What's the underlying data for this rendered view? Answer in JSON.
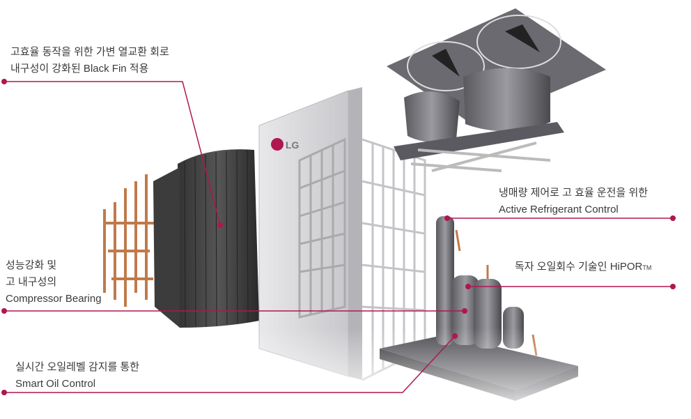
{
  "accent_color": "#b01650",
  "callouts": [
    {
      "id": "black-fin",
      "lines": [
        "고효율 동작을 위한 가변 열교환 회로",
        "내구성이 강화된 Black Fin 적용"
      ]
    },
    {
      "id": "arc",
      "lines": [
        "냉매량 제어로 고 효율 운전을 위한",
        "Active Refrigerant Control"
      ]
    },
    {
      "id": "hipor",
      "lines": [
        "독자 오일회수 기술인 HiPOR"
      ],
      "suffix": "TM"
    },
    {
      "id": "bearing",
      "lines": [
        "성능강화 및",
        "고 내구성의",
        "Compressor Bearing"
      ]
    },
    {
      "id": "oil",
      "lines": [
        "실시간 오일레벨 감지를 통한",
        "Smart Oil Control"
      ]
    }
  ],
  "brand": {
    "logo_text": "LG"
  },
  "icons": [
    "fan-icon",
    "compressor-icon",
    "heat-exchanger-icon",
    "outdoor-unit-icon",
    "grille-icon"
  ]
}
